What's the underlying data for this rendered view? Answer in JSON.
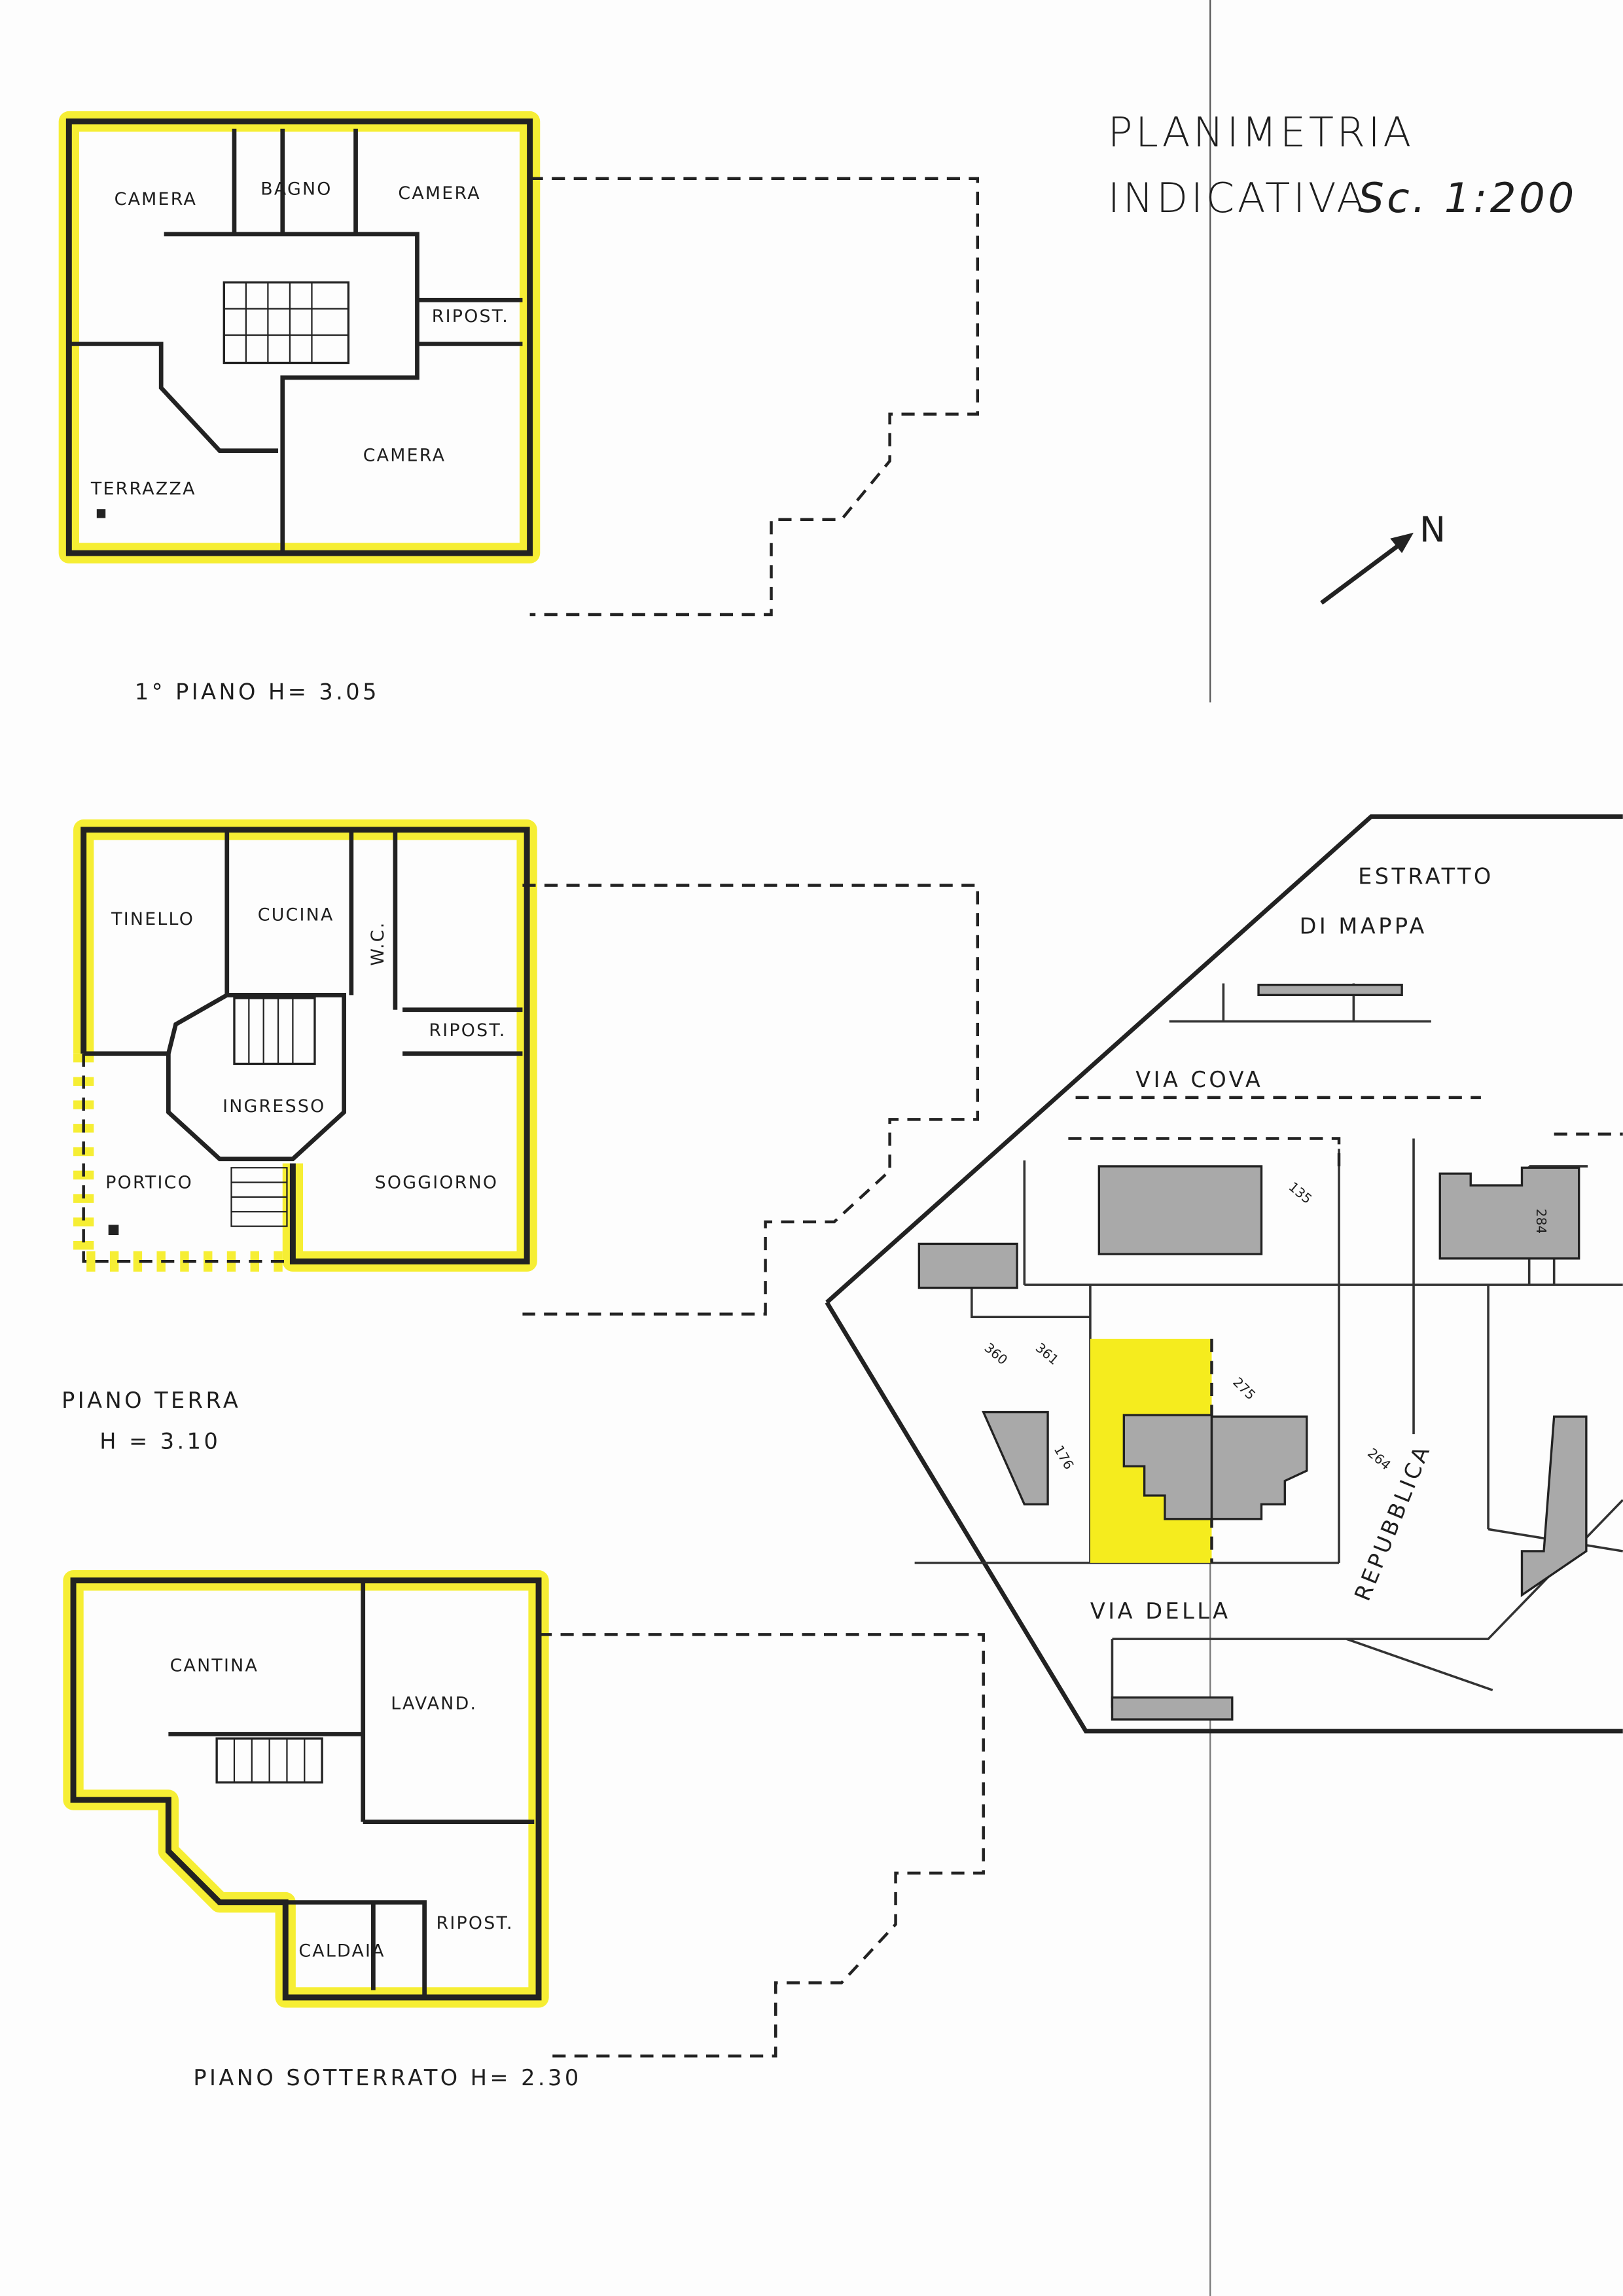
{
  "title": {
    "line1": "PLANIMETRIA",
    "line2": "INDICATIVA",
    "scale": "Sc. 1:200"
  },
  "north": {
    "label": "N"
  },
  "floors": {
    "first": {
      "label": "1° PIANO  H= 3.05",
      "rooms": [
        "CAMERA",
        "BAGNO",
        "CAMERA",
        "RIPOST.",
        "CAMERA",
        "TERRAZZA"
      ]
    },
    "ground": {
      "label_line1": "PIANO  TERRA",
      "label_line2": "H = 3.10",
      "rooms": [
        "TINELLO",
        "CUCINA",
        "W.C.",
        "RIPOST.",
        "INGRESSO",
        "PORTICO",
        "SOGGIORNO"
      ]
    },
    "basement": {
      "label": "PIANO  SOTTERRATO  H= 2.30",
      "rooms": [
        "CANTINA",
        "LAVAND.",
        "RIPOST.",
        "CALDAIA"
      ]
    }
  },
  "map": {
    "title_line1": "ESTRATTO",
    "title_line2": "DI MAPPA",
    "streets": [
      "VIA  COVA",
      "VIA  DELLA",
      "REPUBBLICA"
    ],
    "parcels": [
      "135",
      "284",
      "264",
      "360",
      "361",
      "275",
      "176"
    ],
    "highlight_color": "#f5ec1e"
  }
}
